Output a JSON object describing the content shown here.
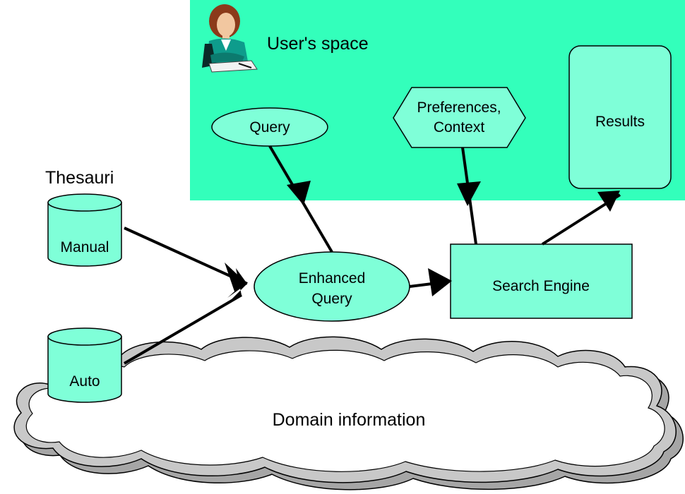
{
  "colors": {
    "user_space_fill": "#33FFBB",
    "node_fill": "#7FFFD8",
    "cloud_fill": "#FFFFFF",
    "cloud_shadow": "#A6A6A6",
    "stroke": "#000000"
  },
  "icons": {
    "user": "woman-at-desk-icon"
  },
  "user_space": {
    "label": "User's space"
  },
  "thesauri": {
    "label": "Thesauri",
    "manual": "Manual",
    "auto": "Auto"
  },
  "nodes": {
    "query": "Query",
    "preferences_line1": "Preferences,",
    "preferences_line2": "Context",
    "results": "Results",
    "enhanced_line1": "Enhanced",
    "enhanced_line2": "Query",
    "search_engine": "Search Engine"
  },
  "domain": {
    "label": "Domain information"
  }
}
